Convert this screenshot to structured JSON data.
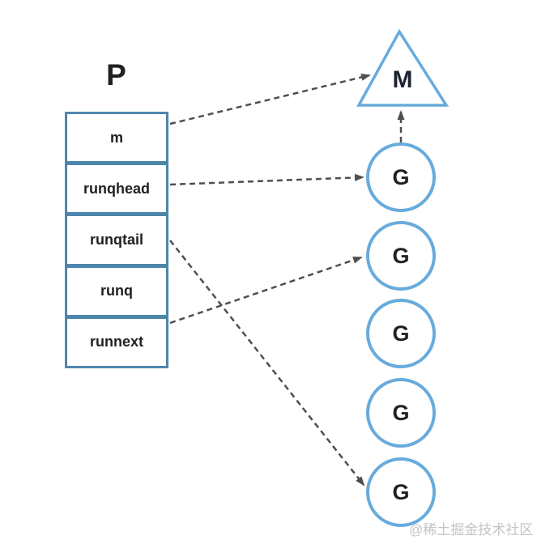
{
  "diagram": {
    "p_title": "P",
    "p_table": {
      "rows": [
        {
          "label": "m"
        },
        {
          "label": "runqhead"
        },
        {
          "label": "runqtail"
        },
        {
          "label": "runq"
        },
        {
          "label": "runnext"
        }
      ]
    },
    "m_triangle": {
      "label": "M"
    },
    "g_circles": [
      {
        "label": "G"
      },
      {
        "label": "G"
      },
      {
        "label": "G"
      },
      {
        "label": "G"
      },
      {
        "label": "G"
      }
    ],
    "arrows": [
      {
        "from": "p-row-m",
        "to": "m-triangle",
        "style": "dashed"
      },
      {
        "from": "p-row-runqhead",
        "to": "g-circle-1",
        "style": "dashed"
      },
      {
        "from": "p-row-runqtail",
        "to": "g-circle-5",
        "style": "dashed"
      },
      {
        "from": "p-row-runnext",
        "to": "g-circle-2",
        "style": "dashed"
      },
      {
        "from": "g-circle-1",
        "to": "m-triangle",
        "style": "dashed"
      }
    ],
    "colors": {
      "table_border": "#4d86ad",
      "shape_border": "#68abdc",
      "arrow": "#4f4f4f",
      "text": "#212121",
      "watermark": "#c4c4c4"
    },
    "watermark": "@稀土掘金技术社区"
  }
}
